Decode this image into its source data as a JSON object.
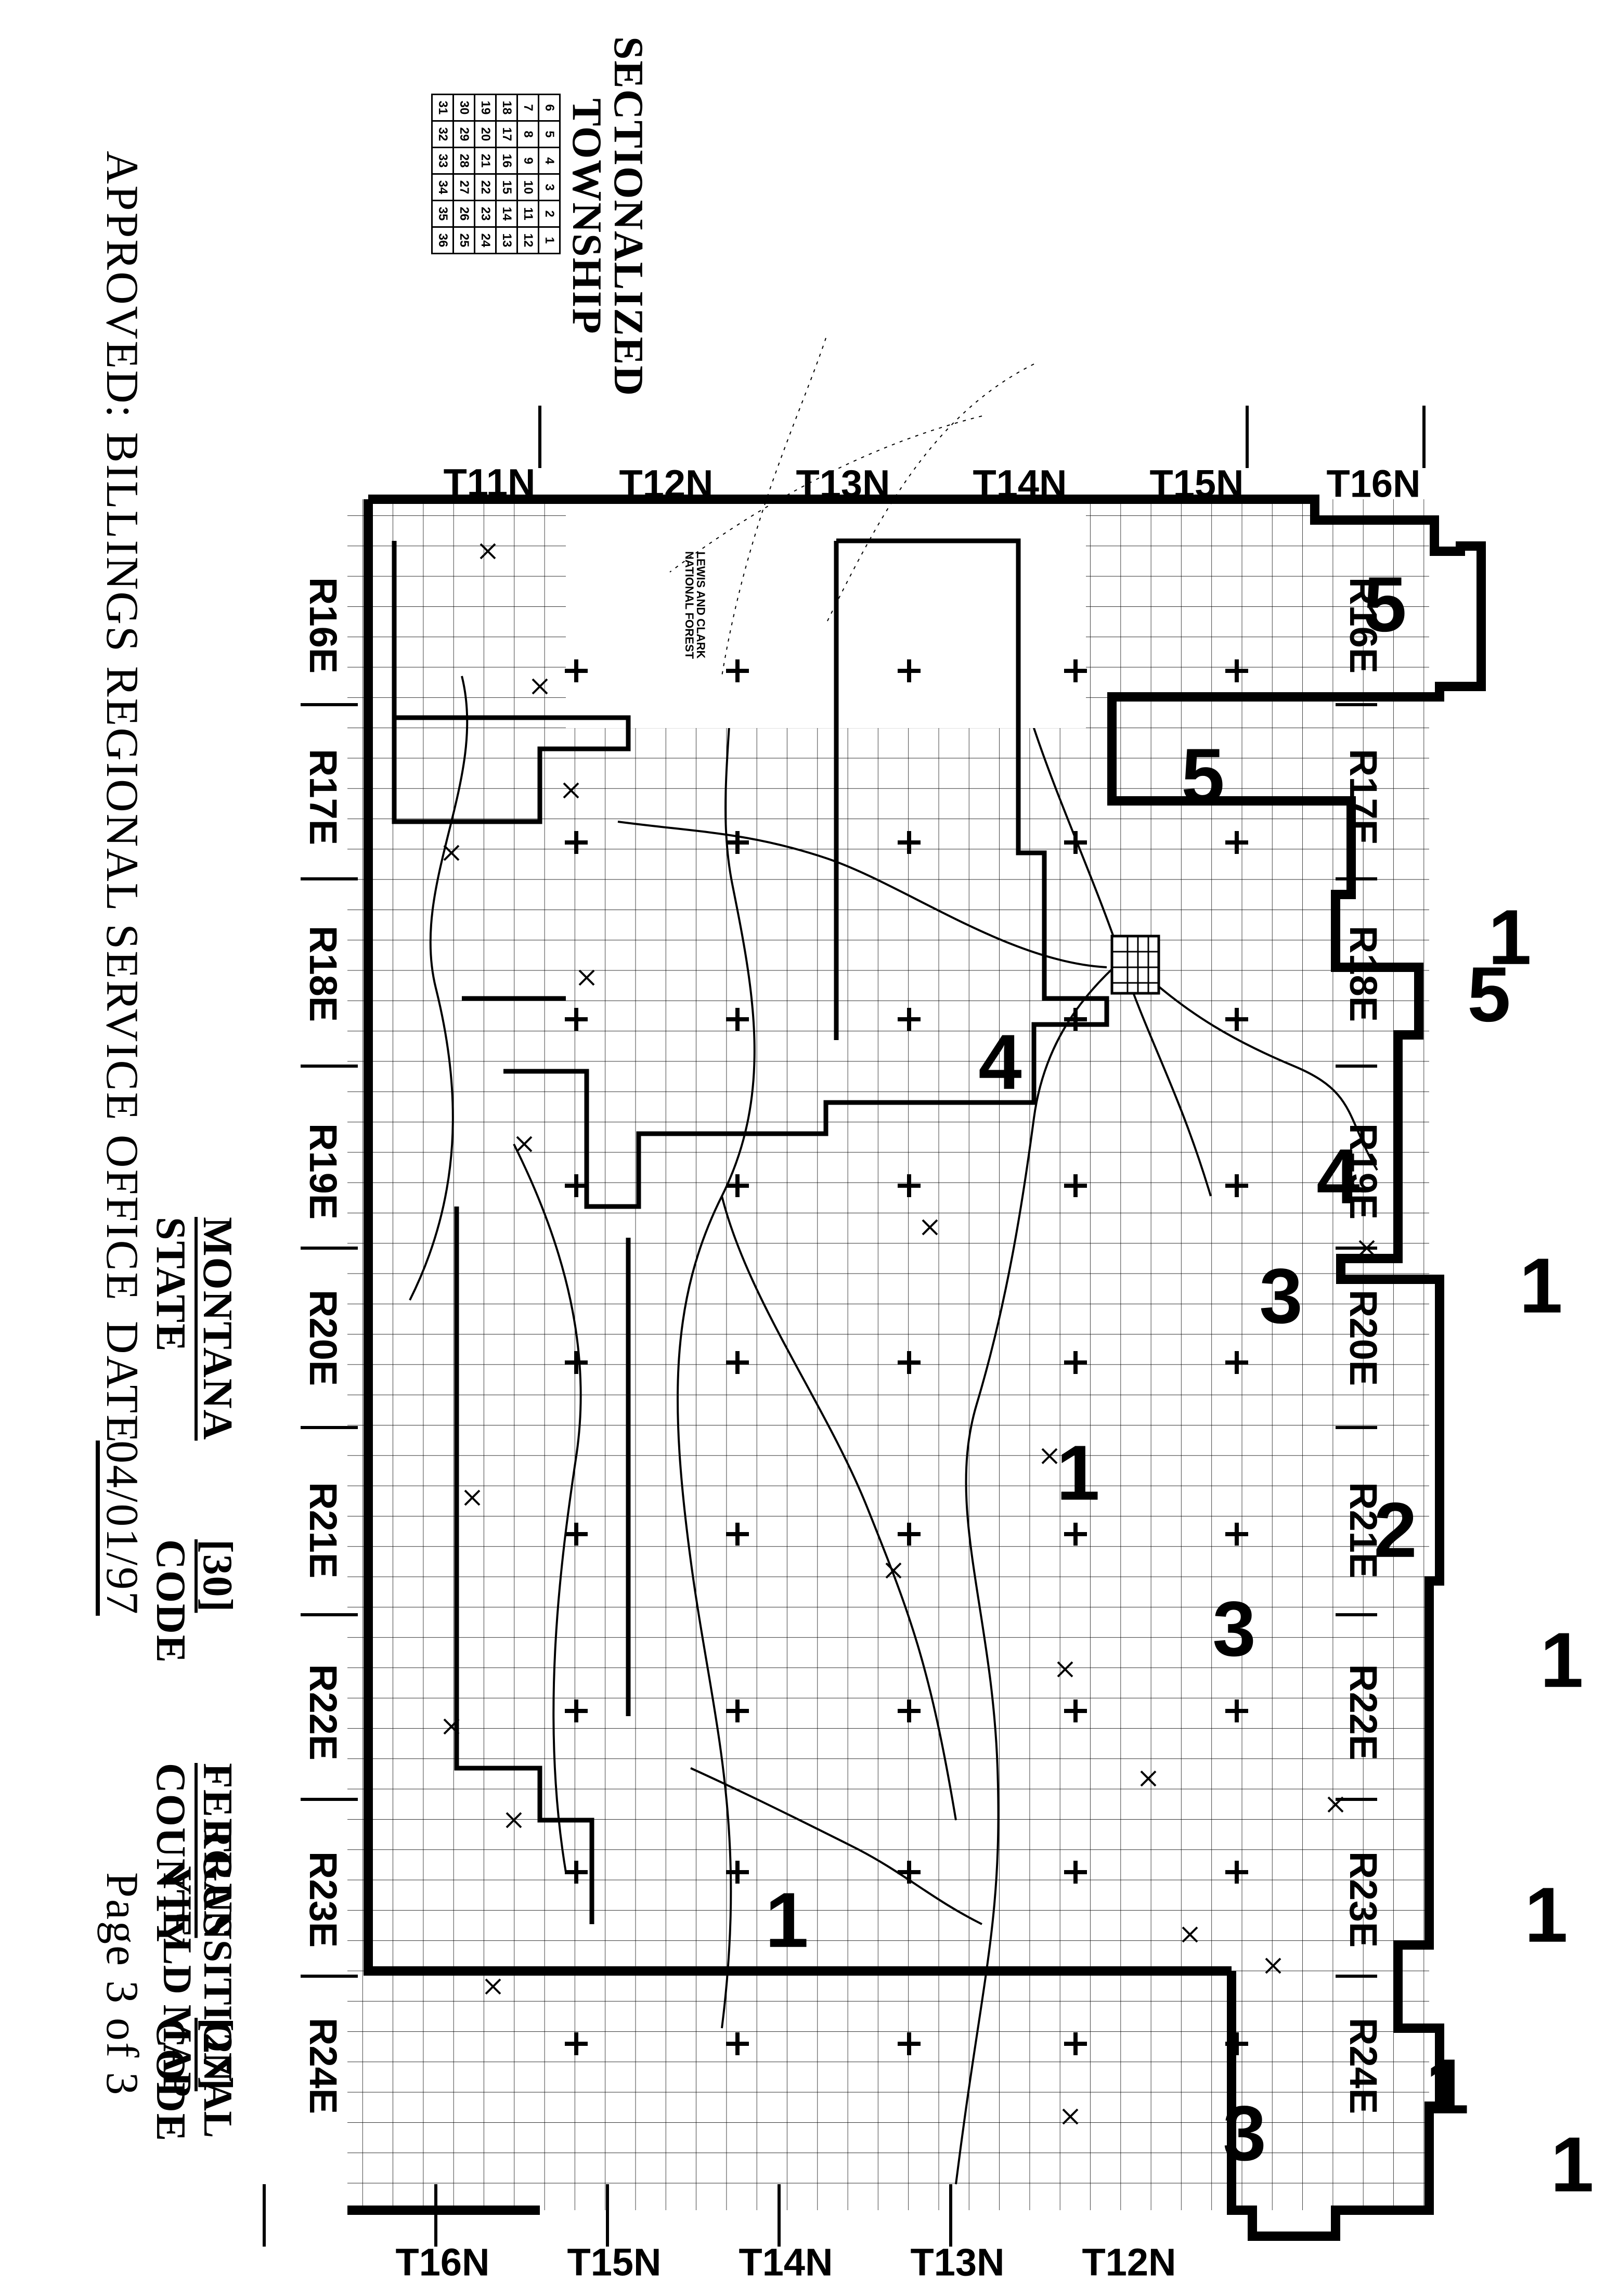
{
  "map_title": [
    "TRANSITIONAL",
    "YIELD MAP"
  ],
  "state_name": "MONTANA",
  "state_label": "STATE",
  "state_code_label": "CODE",
  "state_code": "[30]",
  "county_name": "FERGUS",
  "county_label": "COUNTY",
  "county_code_label": "CODE",
  "county_code": "[27]",
  "township_diagram_title": [
    "SECTIONALIZED",
    "TOWNSHIP"
  ],
  "township_sections": [
    [
      "6",
      "5",
      "4",
      "3",
      "2",
      "1"
    ],
    [
      "7",
      "8",
      "9",
      "10",
      "11",
      "12"
    ],
    [
      "18",
      "17",
      "16",
      "15",
      "14",
      "13"
    ],
    [
      "19",
      "20",
      "21",
      "22",
      "23",
      "24"
    ],
    [
      "30",
      "29",
      "28",
      "27",
      "26",
      "25"
    ],
    [
      "31",
      "32",
      "33",
      "34",
      "35",
      "36"
    ]
  ],
  "approved_by": "APPROVED: BILLINGS REGIONAL SERVICE OFFICE",
  "date_label": "DATE",
  "date_value": "04/01/97",
  "page_label": "Page 3 of 3",
  "ranges": [
    "R16E",
    "R17E",
    "R18E",
    "R19E",
    "R20E",
    "R21E",
    "R22E",
    "R23E",
    "R24E"
  ],
  "townships_left": [
    "T16N",
    "T15N",
    "T14N",
    "T13N",
    "T12N",
    "T11N"
  ],
  "townships_right": [
    "T16N",
    "T15N",
    "T14N",
    "T13N",
    "T12N"
  ],
  "forest_label": [
    "LEWIS AND CLARK",
    "NATIONAL FOREST"
  ],
  "yield_zones": [
    "5",
    "5",
    "5",
    "4",
    "4",
    "4",
    "1",
    "3",
    "1",
    "1",
    "2",
    "1",
    "3",
    "1",
    "3",
    "1",
    "1",
    "1"
  ]
}
